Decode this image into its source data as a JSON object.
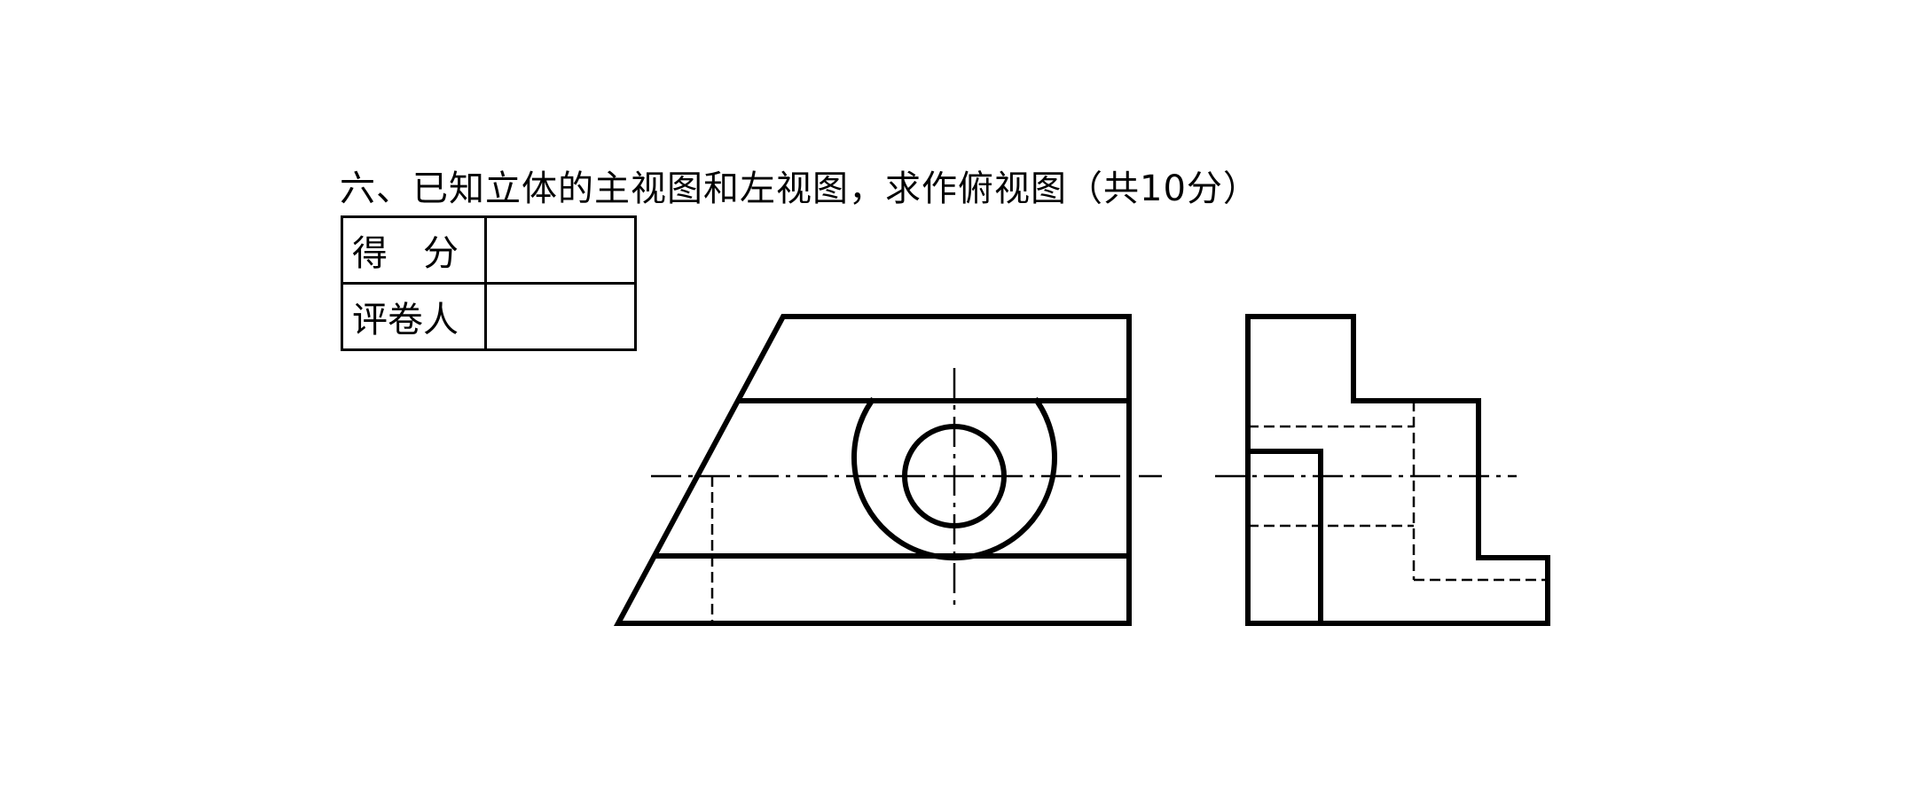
{
  "question": {
    "title": "六、已知立体的主视图和左视图，求作俯视图（共10分）"
  },
  "score_table": {
    "rows": [
      {
        "label": "得　分",
        "value": ""
      },
      {
        "label": "评卷人",
        "value": ""
      }
    ]
  }
}
